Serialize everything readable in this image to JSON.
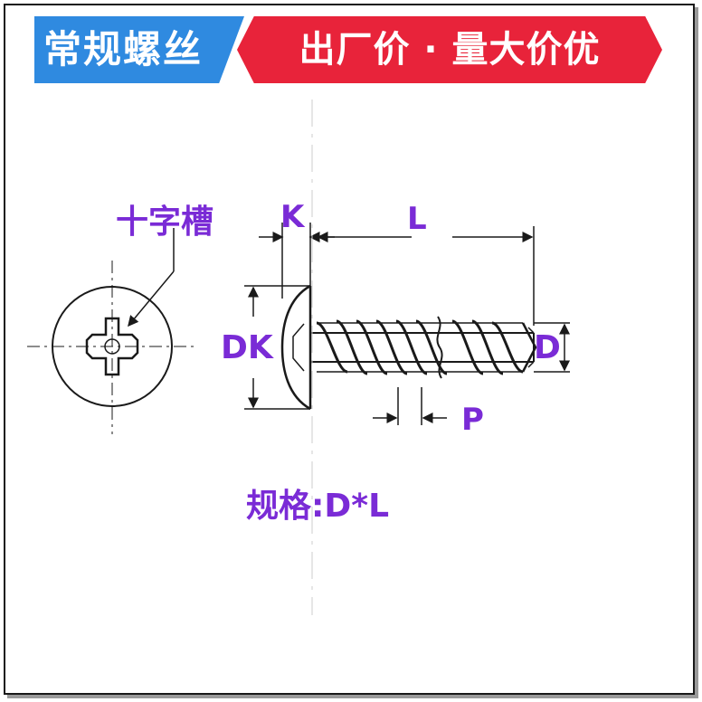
{
  "banner": {
    "left_title": "常规螺丝",
    "right_slogan": "出厂价 · 量大价优",
    "colors": {
      "left_bg": "#2f8ae0",
      "right_bg": "#e8233a",
      "text": "#ffffff"
    }
  },
  "diagram": {
    "colors": {
      "label": "#7a2bd6",
      "line": "#1a1a1a"
    },
    "labels": {
      "cross_slot": "十字槽",
      "head_height": "K",
      "length": "L",
      "head_diameter": "DK",
      "thread_diameter": "D",
      "pitch": "P"
    },
    "spec_label": "规格:D*L"
  }
}
